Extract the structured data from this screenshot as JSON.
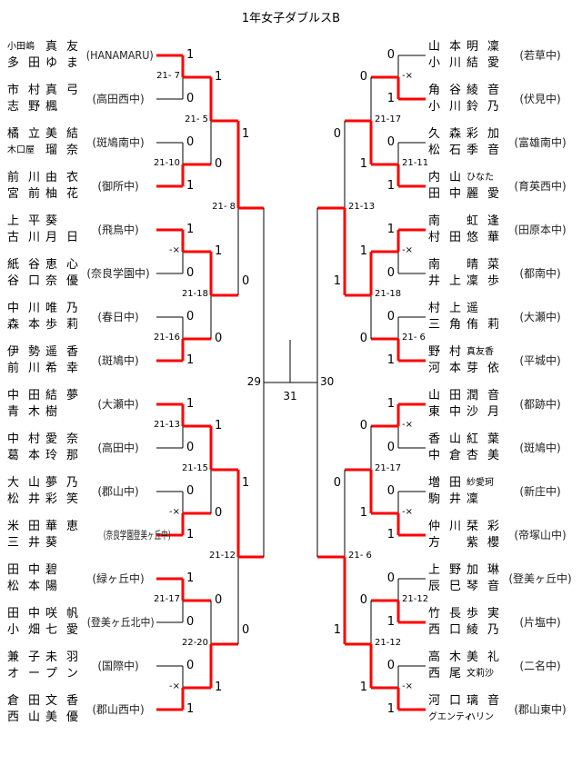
{
  "title": "1年女子ダブルスB",
  "colors": {
    "winner_line": "#ff0000",
    "line": "#000000"
  },
  "final": {
    "left_match_no": "29",
    "right_match_no": "30",
    "final_match_no": "31"
  },
  "left": {
    "entries": [
      {
        "p1": {
          "family": "小田嶋",
          "given": "真友"
        },
        "p2": {
          "family": "多田",
          "given": "ゆま"
        },
        "school": "(HANAMARU)",
        "score": "1"
      },
      {
        "p1": {
          "family": "市村",
          "given": "真弓"
        },
        "p2": {
          "family": "志野",
          "given": "楓"
        },
        "school": "(高田西中)",
        "score": "0"
      },
      {
        "p1": {
          "family": "橘立",
          "given": "美結"
        },
        "p2": {
          "family": "木口屋",
          "given": "瑠奈"
        },
        "school": "(斑鳩南中)",
        "score": "0"
      },
      {
        "p1": {
          "family": "前川",
          "given": "由衣"
        },
        "p2": {
          "family": "宮前",
          "given": "柚花"
        },
        "school": "(御所中)",
        "score": "1"
      },
      {
        "p1": {
          "family": "上平",
          "given": "葵"
        },
        "p2": {
          "family": "古川",
          "given": "月日"
        },
        "school": "(飛鳥中)",
        "score": "1"
      },
      {
        "p1": {
          "family": "紙谷",
          "given": "恵心"
        },
        "p2": {
          "family": "谷口",
          "given": "奈優"
        },
        "school": "(奈良学園中)",
        "score": "0"
      },
      {
        "p1": {
          "family": "中川",
          "given": "唯乃"
        },
        "p2": {
          "family": "森本",
          "given": "歩莉"
        },
        "school": "(春日中)",
        "score": "0"
      },
      {
        "p1": {
          "family": "伊勢",
          "given": "遥香"
        },
        "p2": {
          "family": "前川",
          "given": "希幸"
        },
        "school": "(斑鳩中)",
        "score": "1"
      },
      {
        "p1": {
          "family": "中田",
          "given": "結夢"
        },
        "p2": {
          "family": "青木",
          "given": "樹"
        },
        "school": "(大瀬中)",
        "score": "1"
      },
      {
        "p1": {
          "family": "中村",
          "given": "愛奈"
        },
        "p2": {
          "family": "葛本",
          "given": "玲那"
        },
        "school": "(高田中)",
        "score": "0"
      },
      {
        "p1": {
          "family": "大山",
          "given": "夢乃"
        },
        "p2": {
          "family": "松井",
          "given": "彩笑"
        },
        "school": "(郡山中)",
        "score": "0"
      },
      {
        "p1": {
          "family": "米田",
          "given": "華恵"
        },
        "p2": {
          "family": "三井",
          "given": "葵"
        },
        "school": "(奈良学園登美ヶ丘中)",
        "score": "1"
      },
      {
        "p1": {
          "family": "田中",
          "given": "碧"
        },
        "p2": {
          "family": "松本",
          "given": "陽"
        },
        "school": "(緑ヶ丘中)",
        "score": "1"
      },
      {
        "p1": {
          "family": "田中",
          "given": "咲帆"
        },
        "p2": {
          "family": "小畑",
          "given": "七愛"
        },
        "school": "(登美ヶ丘北中)",
        "score": "0"
      },
      {
        "p1": {
          "family": "兼子",
          "given": "未羽"
        },
        "p2": {
          "family": "オー",
          "given": "プン"
        },
        "school": "(国際中)",
        "score": "0"
      },
      {
        "p1": {
          "family": "倉田",
          "given": "文香"
        },
        "p2": {
          "family": "西山",
          "given": "美優"
        },
        "school": "(郡山西中)",
        "score": "1"
      }
    ],
    "r1": [
      {
        "label": "21- 7",
        "winner": 0,
        "score": "1"
      },
      {
        "label": "21-10",
        "winner": 1,
        "score": "0"
      },
      {
        "label": "-×",
        "winner": 0,
        "score": "1"
      },
      {
        "label": "21-16",
        "winner": 1,
        "score": "0"
      },
      {
        "label": "21-13",
        "winner": 0,
        "score": "1"
      },
      {
        "label": "-×",
        "winner": 1,
        "score": "0"
      },
      {
        "label": "21-17",
        "winner": 0,
        "score": "0"
      },
      {
        "label": "-×",
        "winner": 1,
        "score": "1"
      }
    ],
    "r2": [
      {
        "label": "21- 5",
        "winner": 0,
        "score": "1"
      },
      {
        "label": "21-18",
        "winner": 0,
        "score": "0"
      },
      {
        "label": "21-15",
        "winner": 0,
        "score": "1"
      },
      {
        "label": "22-20",
        "winner": 1,
        "score": "0"
      }
    ],
    "r3": [
      {
        "label": "21- 8",
        "winner": 0
      },
      {
        "label": "21-12",
        "winner": 0
      }
    ]
  },
  "right": {
    "entries": [
      {
        "p1": {
          "family": "山本",
          "given": "明凜"
        },
        "p2": {
          "family": "小川",
          "given": "結愛"
        },
        "school": "(若草中)",
        "score": "0"
      },
      {
        "p1": {
          "family": "角谷",
          "given": "綾音"
        },
        "p2": {
          "family": "小川",
          "given": "鈴乃"
        },
        "school": "(伏見中)",
        "score": "1"
      },
      {
        "p1": {
          "family": "久森",
          "given": "彩加"
        },
        "p2": {
          "family": "松石",
          "given": "季音"
        },
        "school": "(富雄南中)",
        "score": "0"
      },
      {
        "p1": {
          "family": "内山",
          "given": "ひなた"
        },
        "p2": {
          "family": "田中",
          "given": "麗愛"
        },
        "school": "(育英西中)",
        "score": "1"
      },
      {
        "p1": {
          "family": "南",
          "given": "虹逢"
        },
        "p2": {
          "family": "村田",
          "given": "悠華"
        },
        "school": "(田原本中)",
        "score": "1"
      },
      {
        "p1": {
          "family": "南",
          "given": "晴菜"
        },
        "p2": {
          "family": "井上",
          "given": "凜歩"
        },
        "school": "(都南中)",
        "score": "0"
      },
      {
        "p1": {
          "family": "村上",
          "given": "遥"
        },
        "p2": {
          "family": "三角",
          "given": "侑莉"
        },
        "school": "(大瀬中)",
        "score": "0"
      },
      {
        "p1": {
          "family": "野村",
          "given": "真友香"
        },
        "p2": {
          "family": "河本",
          "given": "芽依"
        },
        "school": "(平城中)",
        "score": "1"
      },
      {
        "p1": {
          "family": "山田",
          "given": "潤音"
        },
        "p2": {
          "family": "東中",
          "given": "沙月"
        },
        "school": "(都跡中)",
        "score": "1"
      },
      {
        "p1": {
          "family": "香山",
          "given": "紅葉"
        },
        "p2": {
          "family": "中倉",
          "given": "杏美"
        },
        "school": "(斑鳩中)",
        "score": "0"
      },
      {
        "p1": {
          "family": "増田",
          "given": "紗愛珂"
        },
        "p2": {
          "family": "駒井",
          "given": "凜"
        },
        "school": "(新庄中)",
        "score": "0"
      },
      {
        "p1": {
          "family": "仲川",
          "given": "栞彩"
        },
        "p2": {
          "family": "方",
          "given": "紫櫻"
        },
        "school": "(帝塚山中)",
        "score": "1"
      },
      {
        "p1": {
          "family": "上野",
          "given": "加琳"
        },
        "p2": {
          "family": "辰巳",
          "given": "琴音"
        },
        "school": "(登美ヶ丘中)",
        "score": "0"
      },
      {
        "p1": {
          "family": "竹長",
          "given": "歩実"
        },
        "p2": {
          "family": "西口",
          "given": "綾乃"
        },
        "school": "(片塩中)",
        "score": "1"
      },
      {
        "p1": {
          "family": "高木",
          "given": "美礼"
        },
        "p2": {
          "family": "西尾",
          "given": "文莉沙"
        },
        "school": "(二名中)",
        "score": "0"
      },
      {
        "p1": {
          "family": "河口",
          "given": "璃音"
        },
        "p2": {
          "family": "グエンティ",
          "given": "ハリン"
        },
        "school": "(郡山東中)",
        "score": "1"
      }
    ],
    "r1": [
      {
        "label": "-×",
        "winner": 1,
        "score": "0"
      },
      {
        "label": "21-11",
        "winner": 1,
        "score": "1"
      },
      {
        "label": "-×",
        "winner": 0,
        "score": "1"
      },
      {
        "label": "21- 6",
        "winner": 1,
        "score": "0"
      },
      {
        "label": "-×",
        "winner": 0,
        "score": "0"
      },
      {
        "label": "-×",
        "winner": 1,
        "score": "1"
      },
      {
        "label": "21-12",
        "winner": 1,
        "score": "0"
      },
      {
        "label": "-×",
        "winner": 1,
        "score": "1"
      }
    ],
    "r2": [
      {
        "label": "21-17",
        "winner": 1,
        "score": "0"
      },
      {
        "label": "21-18",
        "winner": 0,
        "score": "1"
      },
      {
        "label": "21-17",
        "winner": 1,
        "score": "0"
      },
      {
        "label": "21-12",
        "winner": 1,
        "score": "1"
      }
    ],
    "r3": [
      {
        "label": "21-13",
        "winner": 1
      },
      {
        "label": "21- 6",
        "winner": 1
      }
    ]
  }
}
